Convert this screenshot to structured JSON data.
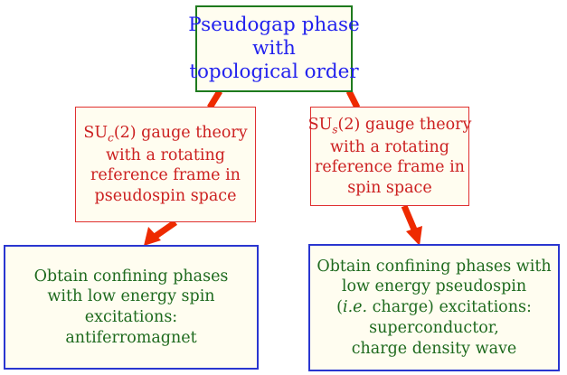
{
  "top_box": {
    "lines": [
      "Pseudogap phase",
      "with",
      "topological order"
    ]
  },
  "left_middle_box": {
    "title_prefix": "SU",
    "title_subscript": "c",
    "title_suffix": "(2) gauge theory",
    "lines": [
      "with a rotating",
      "reference frame in",
      "pseudospin space"
    ]
  },
  "right_middle_box": {
    "title_prefix": "SU",
    "title_subscript": "s",
    "title_suffix": "(2) gauge theory",
    "lines": [
      "with a rotating",
      "reference frame in",
      "spin space"
    ]
  },
  "left_bottom_box": {
    "lines": [
      "Obtain confining phases",
      "with low energy spin",
      "excitations:",
      "antiferromagnet"
    ]
  },
  "right_bottom_box": {
    "lines": [
      "Obtain confining phases with",
      "low energy pseudospin"
    ],
    "line3_italic": "i.e.",
    "line3_rest": " charge) excitations:",
    "lines_after": [
      "superconductor,",
      "charge density wave"
    ]
  },
  "colors": {
    "arrow": "#ee2a00",
    "top_border": "#1e7a1e",
    "top_text": "#2222ee",
    "middle_border": "#e03030",
    "middle_text": "#cc2020",
    "bottom_border": "#2a36d0",
    "bottom_text": "#1e6a1e",
    "box_fill": "#fffdf0"
  }
}
